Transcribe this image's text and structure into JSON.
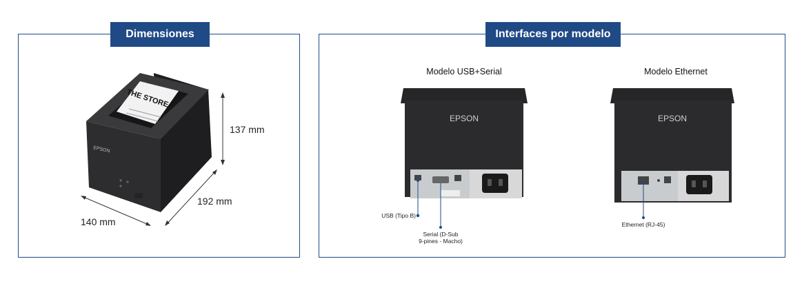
{
  "dimensions": {
    "title": "Dimensiones",
    "height_label": "137 mm",
    "depth_label": "192 mm",
    "width_label": "140 mm",
    "printer_brand": "EPSON",
    "receipt_text": "THE STORE"
  },
  "interfaces": {
    "title": "Interfaces por modelo",
    "models": [
      {
        "title": "Modelo USB+Serial",
        "brand": "EPSON",
        "callouts": [
          "USB (Tipo B)",
          "Serial (D-Sub",
          "9-pines - Macho)"
        ]
      },
      {
        "title": "Modelo Ethernet",
        "brand": "EPSON",
        "callouts": [
          "Ethernet (RJ-45)"
        ]
      }
    ]
  },
  "colors": {
    "accent": "#1f4a86",
    "printer": "#2a2a2c"
  }
}
